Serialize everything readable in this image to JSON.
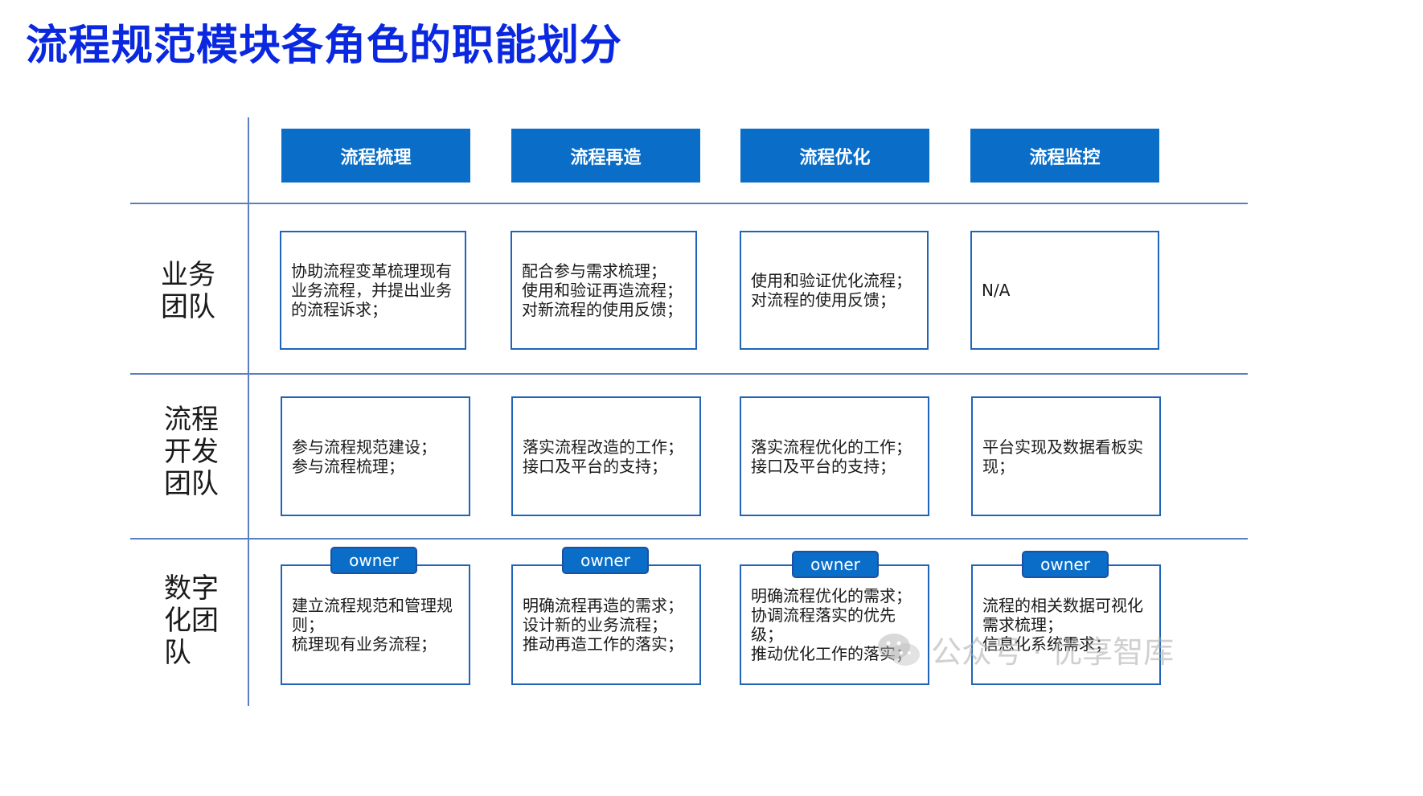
{
  "title": "流程规范模块各角色的职能划分",
  "columns": [
    "流程梳理",
    "流程再造",
    "流程优化",
    "流程监控"
  ],
  "rows": [
    {
      "label": "业务团队",
      "cells": [
        "协助流程变革梳理现有业务流程，并提出业务的流程诉求；",
        "配合参与需求梳理；\n使用和验证再造流程；\n对新流程的使用反馈；",
        "使用和验证优化流程；\n对流程的使用反馈；",
        "N/A"
      ]
    },
    {
      "label": "流程开发团队",
      "cells": [
        "参与流程规范建设；\n参与流程梳理；",
        "落实流程改造的工作；\n接口及平台的支持；",
        "落实流程优化的工作；\n接口及平台的支持；",
        "平台实现及数据看板实现；"
      ]
    },
    {
      "label": "数字化团队",
      "badge": "owner",
      "cells": [
        "建立流程规范和管理规则；\n梳理现有业务流程；",
        "明确流程再造的需求；\n设计新的业务流程；\n推动再造工作的落实；",
        "明确流程优化的需求；\n协调流程落实的优先级；\n推动优化工作的落实；",
        "流程的相关数据可视化需求梳理；\n信息化系统需求；"
      ]
    }
  ],
  "watermark": "公众号 · 优享智库",
  "colors": {
    "title": "#0a28e0",
    "header_bg": "#0a6ec8",
    "border": "#1f64b8"
  }
}
